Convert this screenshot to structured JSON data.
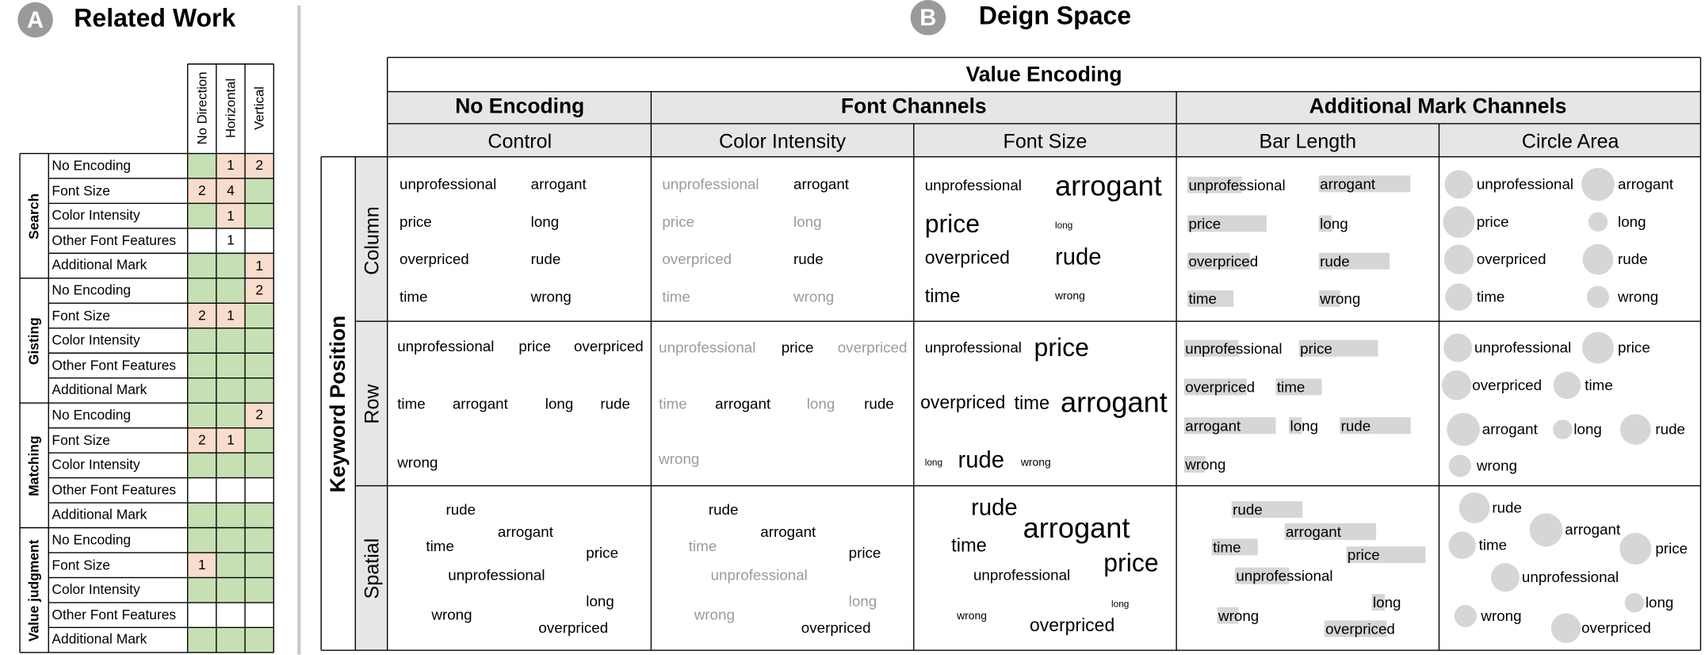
{
  "section_a": {
    "badge": "A",
    "title": "Related Work"
  },
  "section_b": {
    "badge": "B",
    "title": "Deign Space"
  },
  "related_work": {
    "columns": [
      "No Direction",
      "Horizontal",
      "Vertical"
    ],
    "groups": [
      {
        "name": "Search",
        "rows": [
          {
            "label": "No Encoding",
            "cells": [
              {
                "v": "",
                "tone": "green"
              },
              {
                "v": "1",
                "tone": "pink"
              },
              {
                "v": "2",
                "tone": "pink"
              }
            ]
          },
          {
            "label": "Font Size",
            "cells": [
              {
                "v": "2",
                "tone": "pink"
              },
              {
                "v": "4",
                "tone": "pink"
              },
              {
                "v": "",
                "tone": "green"
              }
            ]
          },
          {
            "label": "Color Intensity",
            "cells": [
              {
                "v": "",
                "tone": "green"
              },
              {
                "v": "1",
                "tone": "pink"
              },
              {
                "v": "",
                "tone": "green"
              }
            ]
          },
          {
            "label": "Other Font Features",
            "cells": [
              {
                "v": "",
                "tone": "white"
              },
              {
                "v": "1",
                "tone": "white"
              },
              {
                "v": "",
                "tone": "white"
              }
            ]
          },
          {
            "label": "Additional Mark",
            "cells": [
              {
                "v": "",
                "tone": "green"
              },
              {
                "v": "",
                "tone": "green"
              },
              {
                "v": "1",
                "tone": "pink"
              }
            ]
          }
        ]
      },
      {
        "name": "Gisting",
        "rows": [
          {
            "label": "No Encoding",
            "cells": [
              {
                "v": "",
                "tone": "green"
              },
              {
                "v": "",
                "tone": "green"
              },
              {
                "v": "2",
                "tone": "pink"
              }
            ]
          },
          {
            "label": "Font Size",
            "cells": [
              {
                "v": "2",
                "tone": "pink"
              },
              {
                "v": "1",
                "tone": "pink"
              },
              {
                "v": "",
                "tone": "green"
              }
            ]
          },
          {
            "label": "Color Intensity",
            "cells": [
              {
                "v": "",
                "tone": "green"
              },
              {
                "v": "",
                "tone": "green"
              },
              {
                "v": "",
                "tone": "green"
              }
            ]
          },
          {
            "label": "Other Font Features",
            "cells": [
              {
                "v": "",
                "tone": "green"
              },
              {
                "v": "",
                "tone": "green"
              },
              {
                "v": "",
                "tone": "green"
              }
            ]
          },
          {
            "label": "Additional Mark",
            "cells": [
              {
                "v": "",
                "tone": "green"
              },
              {
                "v": "",
                "tone": "green"
              },
              {
                "v": "",
                "tone": "green"
              }
            ]
          }
        ]
      },
      {
        "name": "Matching",
        "rows": [
          {
            "label": "No Encoding",
            "cells": [
              {
                "v": "",
                "tone": "green"
              },
              {
                "v": "",
                "tone": "green"
              },
              {
                "v": "2",
                "tone": "pink"
              }
            ]
          },
          {
            "label": "Font Size",
            "cells": [
              {
                "v": "2",
                "tone": "pink"
              },
              {
                "v": "1",
                "tone": "pink"
              },
              {
                "v": "",
                "tone": "green"
              }
            ]
          },
          {
            "label": "Color Intensity",
            "cells": [
              {
                "v": "",
                "tone": "green"
              },
              {
                "v": "",
                "tone": "green"
              },
              {
                "v": "",
                "tone": "green"
              }
            ]
          },
          {
            "label": "Other Font Features",
            "cells": [
              {
                "v": "",
                "tone": "white"
              },
              {
                "v": "",
                "tone": "white"
              },
              {
                "v": "",
                "tone": "white"
              }
            ]
          },
          {
            "label": "Additional Mark",
            "cells": [
              {
                "v": "",
                "tone": "green"
              },
              {
                "v": "",
                "tone": "green"
              },
              {
                "v": "",
                "tone": "green"
              }
            ]
          }
        ]
      },
      {
        "name": "Value judgment",
        "rows": [
          {
            "label": "No Encoding",
            "cells": [
              {
                "v": "",
                "tone": "green"
              },
              {
                "v": "",
                "tone": "green"
              },
              {
                "v": "",
                "tone": "green"
              }
            ]
          },
          {
            "label": "Font Size",
            "cells": [
              {
                "v": "1",
                "tone": "pink"
              },
              {
                "v": "",
                "tone": "green"
              },
              {
                "v": "",
                "tone": "green"
              }
            ]
          },
          {
            "label": "Color Intensity",
            "cells": [
              {
                "v": "",
                "tone": "green"
              },
              {
                "v": "",
                "tone": "green"
              },
              {
                "v": "",
                "tone": "green"
              }
            ]
          },
          {
            "label": "Other Font Features",
            "cells": [
              {
                "v": "",
                "tone": "white"
              },
              {
                "v": "",
                "tone": "white"
              },
              {
                "v": "",
                "tone": "white"
              }
            ]
          },
          {
            "label": "Additional Mark",
            "cells": [
              {
                "v": "",
                "tone": "green"
              },
              {
                "v": "",
                "tone": "green"
              },
              {
                "v": "",
                "tone": "green"
              }
            ]
          }
        ]
      }
    ]
  },
  "design_space": {
    "value_encoding_header": "Value Encoding",
    "categories": [
      "No Encoding",
      "Font Channels",
      "Additional Mark Channels"
    ],
    "encodings": [
      "Control",
      "Color Intensity",
      "Font Size",
      "Bar Length",
      "Circle Area"
    ],
    "position_header": "Keyword Position",
    "positions": [
      "Column",
      "Row",
      "Spatial"
    ],
    "keywords": {
      "unprofessional": "unprofessional",
      "arrogant": "arrogant",
      "price": "price",
      "long": "long",
      "overpriced": "overpriced",
      "rude": "rude",
      "time": "time",
      "wrong": "wrong"
    },
    "keyword_values": {
      "unprofessional": 0.55,
      "arrogant": 1.0,
      "price": 0.85,
      "long": 0.05,
      "overpriced": 0.65,
      "rude": 0.75,
      "time": 0.45,
      "wrong": 0.15
    }
  },
  "colors": {
    "green": "#c6e0b4",
    "pink": "#f8dccc",
    "header_gray": "#e6e6e6",
    "mark_gray": "#d6d6d6",
    "dim_text": "#9b9b9b",
    "badge_gray": "#9a9a9a"
  }
}
